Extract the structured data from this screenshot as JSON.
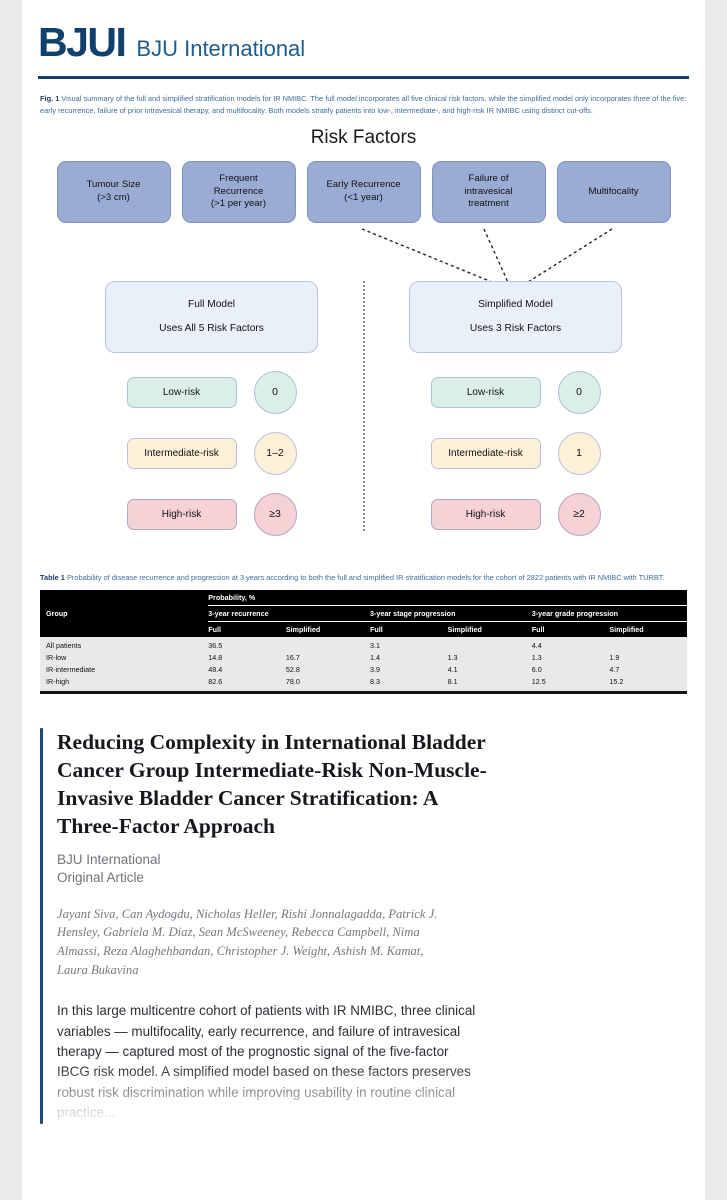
{
  "masthead": {
    "logo": "BJUI",
    "subtitle": "BJU International"
  },
  "figure": {
    "caption_label": "Fig. 1",
    "caption_text": "Visual summary of the full and simplified stratification models for IR NMIBC. The full model incorporates all five clinical risk factors, while the simplified model only incorporates three of the five: early recurrence, failure of prior intravesical therapy, and multifocality. Both models stratify patients into low-, intermediate-, and high-risk IR NMIBC using distinct cut-offs.",
    "title": "Risk Factors",
    "risk_factors": [
      "Tumour Size\n(>3 cm)",
      "Frequent\nRecurrence\n(>1 per year)",
      "Early Recurrence\n(<1 year)",
      "Failure of\nintravesical\ntreatment",
      "Multifocality"
    ],
    "models": [
      {
        "name": "Full Model",
        "subtitle": "Uses All 5 Risk Factors",
        "tiers": [
          {
            "label": "Low-risk",
            "value": "0"
          },
          {
            "label": "Intermediate-risk",
            "value": "1–2"
          },
          {
            "label": "High-risk",
            "value": "≥3"
          }
        ]
      },
      {
        "name": "Simplified Model",
        "subtitle": "Uses 3 Risk Factors",
        "tiers": [
          {
            "label": "Low-risk",
            "value": "0"
          },
          {
            "label": "Intermediate-risk",
            "value": "1"
          },
          {
            "label": "High-risk",
            "value": "≥2"
          }
        ]
      }
    ]
  },
  "table": {
    "caption_label": "Table 1",
    "caption_text": "Probability of disease recurrence and progression at 3 years according to both the full and simplified IR stratification models for the cohort of 2822 patients with IR NMIBC with TURBT.",
    "col_group": "Group",
    "col_super": "Probability, %",
    "groups": [
      "3-year recurrence",
      "3-year stage progression",
      "3-year grade progression"
    ],
    "subheaders": [
      "Full",
      "Simplified"
    ],
    "rows": [
      {
        "group": "All patients",
        "rec_full": "36.5",
        "rec_simp": "",
        "stage_full": "3.1",
        "stage_simp": "",
        "grade_full": "4.4",
        "grade_simp": ""
      },
      {
        "group": "IR-low",
        "rec_full": "14.8",
        "rec_simp": "16.7",
        "stage_full": "1.4",
        "stage_simp": "1.3",
        "grade_full": "1.3",
        "grade_simp": "1.9"
      },
      {
        "group": "IR-intermediate",
        "rec_full": "48.4",
        "rec_simp": "52.8",
        "stage_full": "3.9",
        "stage_simp": "4.1",
        "grade_full": "6.0",
        "grade_simp": "4.7"
      },
      {
        "group": "IR-high",
        "rec_full": "82.6",
        "rec_simp": "78.0",
        "stage_full": "8.3",
        "stage_simp": "8.1",
        "grade_full": "12.5",
        "grade_simp": "15.2"
      }
    ]
  },
  "article": {
    "title": "Reducing Complexity in International Bladder Cancer Group Intermediate-Risk Non-Muscle-Invasive Bladder Cancer Stratification: A Three-Factor Approach",
    "journal": "BJU International",
    "type": "Original Article",
    "authors": "Jayant Siva, Can Aydogdu, Nicholas Heller, Rishi Jonnalagadda, Patrick J. Hensley, Gabriela M. Diaz, Sean McSweeney, Rebecca Campbell, Nima Almassi, Reza Alaghehbandan, Christopher J. Weight, Ashish M. Kamat, Laura Bukavina",
    "summary": "In this large multicentre cohort of patients with IR NMIBC, three clinical variables — multifocality, early recurrence, and failure of intravesical therapy — captured most of the prognostic signal of the five-factor IBCG risk model. A simplified model based on these factors preserves robust risk discrimination while improving usability in routine clinical practice..."
  },
  "colors": {
    "brand_navy": "#10406e",
    "risk_box": "#9aabd4",
    "model_box": "#eaf0fa",
    "low": "#dceee8",
    "intermediate": "#fdf0d8",
    "high": "#f5d2d6"
  }
}
